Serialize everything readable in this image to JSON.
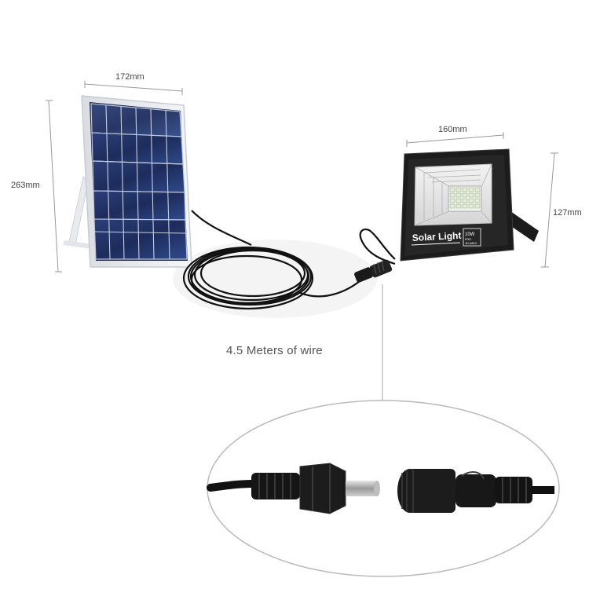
{
  "dimensions": {
    "panel_width": "172mm",
    "panel_height": "263mm",
    "light_width": "160mm",
    "light_height": "127mm"
  },
  "caption": "4.5 Meters of wire",
  "light": {
    "label": "Solar Light",
    "badge_power": "10W",
    "badge_line2": "IP67",
    "badge_line3": "JD-8810"
  }
}
